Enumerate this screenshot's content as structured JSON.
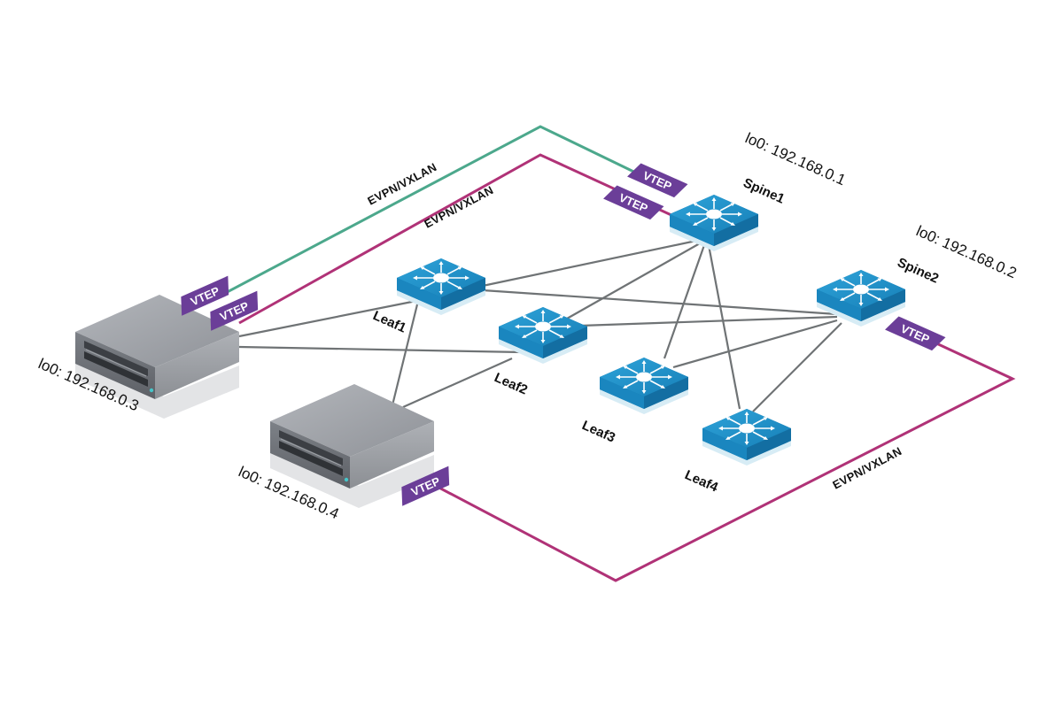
{
  "colors": {
    "tunnel_green": "#4ca88c",
    "tunnel_magenta": "#b03277",
    "vtep_purple": "#6b3e98",
    "switch_blue": "#1a8ac4",
    "link_gray": "#6f7375",
    "server_gray": "#9a9da3"
  },
  "nodes": {
    "spine1": {
      "label": "Spine1",
      "ip": "lo0: 192.168.0.1",
      "icon": "switch-icon"
    },
    "spine2": {
      "label": "Spine2",
      "ip": "lo0: 192.168.0.2",
      "icon": "switch-icon"
    },
    "leaf1": {
      "label": "Leaf1",
      "icon": "switch-icon"
    },
    "leaf2": {
      "label": "Leaf2",
      "icon": "switch-icon"
    },
    "leaf3": {
      "label": "Leaf3",
      "icon": "switch-icon"
    },
    "leaf4": {
      "label": "Leaf4",
      "icon": "switch-icon"
    },
    "server1": {
      "ip": "lo0: 192.168.0.3",
      "icon": "server-icon"
    },
    "server2": {
      "ip": "lo0: 192.168.0.4",
      "icon": "server-icon"
    }
  },
  "tunnels": {
    "green": {
      "label": "EVPN/VXLAN"
    },
    "magenta_top": {
      "label": "EVPN/VXLAN"
    },
    "magenta_bottom": {
      "label": "EVPN/VXLAN"
    }
  },
  "vtep": {
    "label": "VTEP"
  }
}
